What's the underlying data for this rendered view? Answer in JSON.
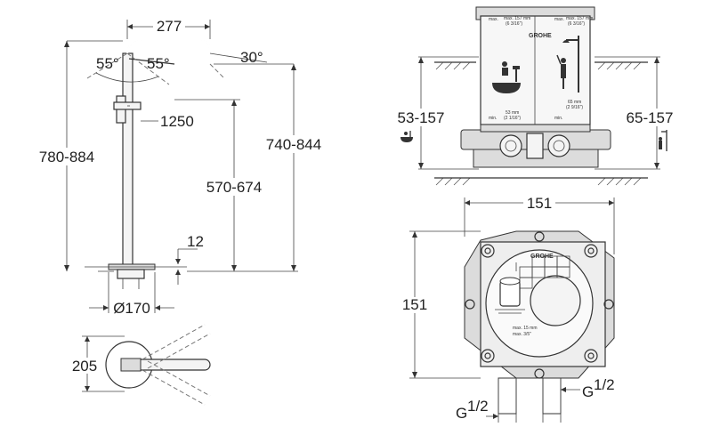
{
  "diagram": {
    "left_view": {
      "spout_reach": "277",
      "angle_left": "55°",
      "angle_right": "55°",
      "spout_angle": "30°",
      "hose_length": "1250",
      "total_height": "780-884",
      "spout_height": "740-844",
      "handle_height": "570-674",
      "base_thickness": "12",
      "base_diameter": "Ø170"
    },
    "plan_view": {
      "depth": "205"
    },
    "box_section": {
      "left_range": "53-157",
      "right_range": "65-157",
      "max_left_mm": "max. 157 mm",
      "max_left_in": "(6 3/16\")",
      "min_left_mm": "53 mm",
      "min_left_in": "(2 1/16\")",
      "max_right_mm": "max. 157 mm",
      "max_right_in": "(6 3/16\")",
      "min_right_mm": "65 mm",
      "min_right_in": "(2 9/16\")",
      "max_label": "max.",
      "min_label": "min.",
      "logo": "GROHE"
    },
    "box_front": {
      "width": "151",
      "height": "151",
      "max_depth_mm": "max. 15 mm",
      "max_depth_in": "max. 3/5\"",
      "logo": "GROHE",
      "thread_left": "G",
      "thread_right": "G",
      "thread_fraction": "1/2"
    }
  }
}
